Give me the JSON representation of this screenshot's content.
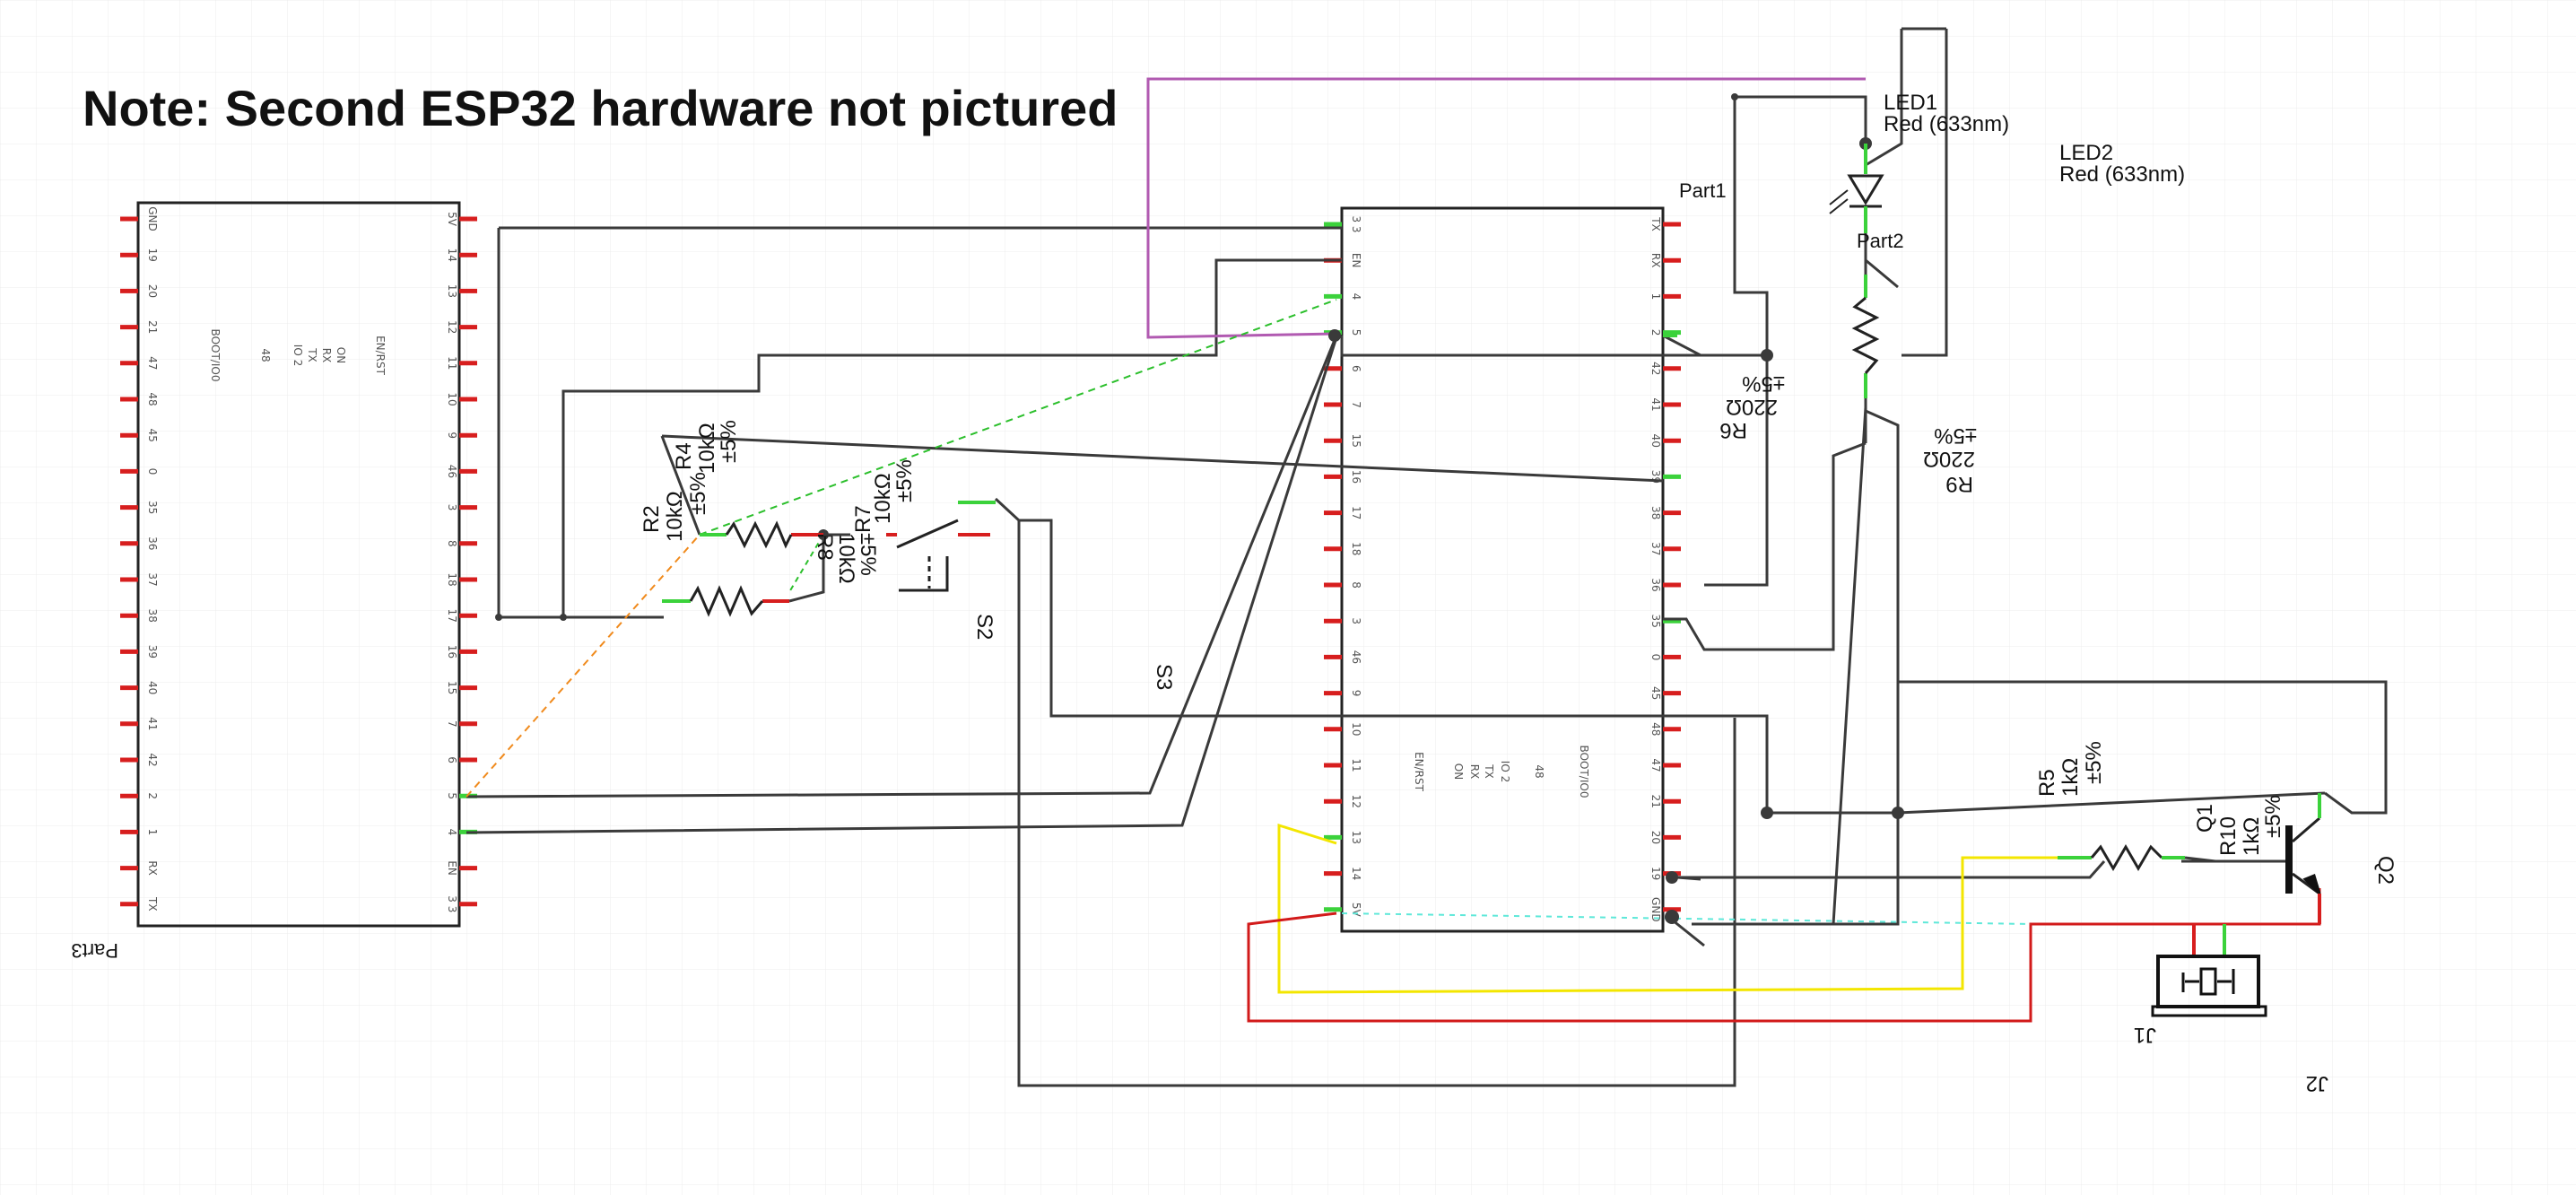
{
  "note": "Note: Second ESP32 hardware not pictured",
  "colors": {
    "wire": "#3a3a3a",
    "purple": "#b15ab1",
    "yellow": "#f3e600",
    "red": "#d21a1a",
    "green_dash": "#2bbf2b",
    "orange_dash": "#f08a1c",
    "cyan_dash": "#5ee8d9",
    "pin_red": "#d71e1e",
    "pin_green": "#3bd23b",
    "grid": "#ececec"
  },
  "components": {
    "part1": {
      "name": "Part1"
    },
    "part2": {
      "name": "Part2"
    },
    "part3": {
      "name": "Part3"
    },
    "led1": {
      "name": "LED1",
      "value": "Red (633nm)"
    },
    "led2": {
      "name": "LED2",
      "value": "Red (633nm)"
    },
    "r2": {
      "name": "R2",
      "value": "10kΩ",
      "tol": "±5%"
    },
    "r4": {
      "name": "R4",
      "value": "10kΩ",
      "tol": "±5%"
    },
    "r7": {
      "name": "R7",
      "value": "10kΩ",
      "tol": "±5%"
    },
    "r8": {
      "name": "R8",
      "value": "10kΩ",
      "tol": "±5%"
    },
    "r6": {
      "name": "R6",
      "value": "220Ω",
      "tol": "±5%"
    },
    "r9": {
      "name": "R9",
      "value": "220Ω",
      "tol": "±5%"
    },
    "r5": {
      "name": "R5",
      "value": "1kΩ",
      "tol": "±5%"
    },
    "r10": {
      "name": "R10",
      "value": "1kΩ",
      "tol": "±5%"
    },
    "q1": {
      "name": "Q1"
    },
    "q2": {
      "name": "Q2"
    },
    "s2": {
      "name": "S2"
    },
    "s3": {
      "name": "S3"
    },
    "j1": {
      "name": "J1"
    },
    "j2": {
      "name": "J2"
    }
  },
  "part3_pins_left": [
    "GND",
    "19",
    "20",
    "21",
    "47",
    "48",
    "45",
    "0",
    "35",
    "36",
    "37",
    "38",
    "39",
    "40",
    "41",
    "42",
    "2",
    "1",
    "RX",
    "TX"
  ],
  "part3_pins_right": [
    "5V",
    "14",
    "13",
    "12",
    "11",
    "10",
    "9",
    "46",
    "3",
    "8",
    "18",
    "17",
    "16",
    "15",
    "7",
    "6",
    "5",
    "4",
    "EN",
    "3 3"
  ],
  "part3_inner": [
    "BOOT/IO0",
    "48",
    "IO 2",
    "TX",
    "RX",
    "ON",
    "EN/RST"
  ],
  "part1_pins_left": [
    "3 3",
    "EN",
    "4",
    "5",
    "6",
    "7",
    "15",
    "16",
    "17",
    "18",
    "8",
    "3",
    "46",
    "9",
    "10",
    "11",
    "12",
    "13",
    "14",
    "5V"
  ],
  "part1_pins_right": [
    "TX",
    "RX",
    "1",
    "2",
    "42",
    "41",
    "40",
    "39",
    "38",
    "37",
    "36",
    "35",
    "0",
    "45",
    "48",
    "47",
    "21",
    "20",
    "19",
    "GND"
  ],
  "part1_inner": [
    "EN/RST",
    "ON",
    "RX",
    "TX",
    "IO 2",
    "48",
    "BOOT/IO0"
  ],
  "pin_nums": {
    "one": "1",
    "two": "2"
  }
}
